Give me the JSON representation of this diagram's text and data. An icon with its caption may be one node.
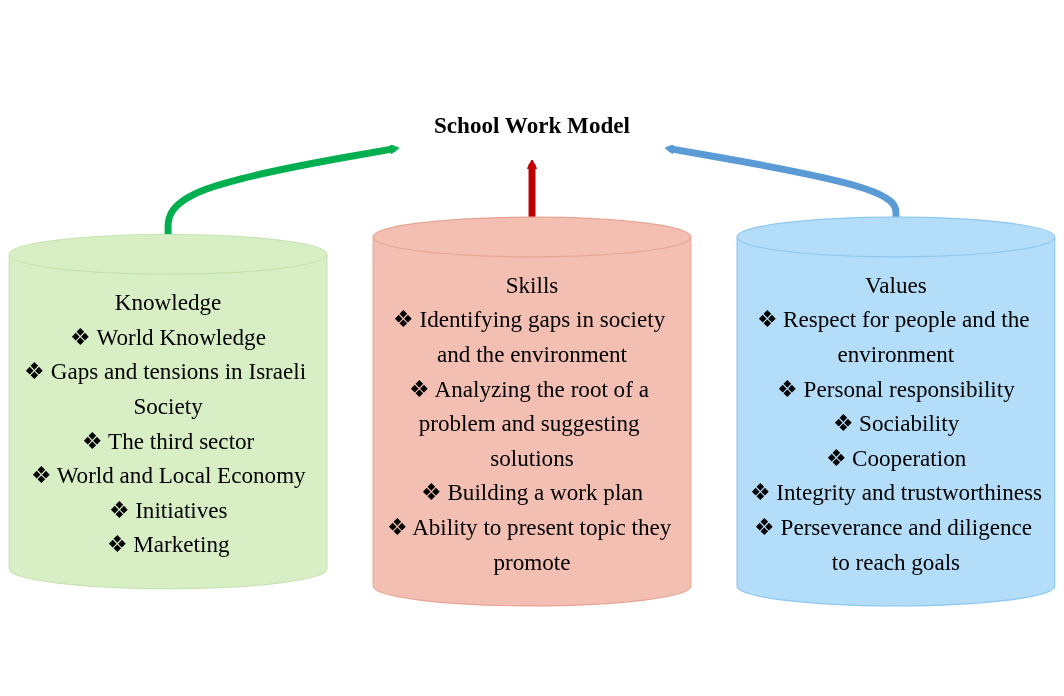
{
  "diagram": {
    "nodes": [
      {
        "text": [
          "School Work Model"
        ]
      },
      {
        "text": [
          "Knowledge",
          "❖ World Knowledge",
          "❖ Gaps and tensions in Israeli Society",
          "❖ The third sector",
          "❖ World and Local Economy",
          "❖ Initiatives",
          "❖ Marketing"
        ]
      },
      {
        "text": [
          "Skills",
          "❖ Identifying gaps in society and the environment",
          "❖ Analyzing the root of a problem and suggesting solutions",
          "❖ Building a work plan",
          "❖ Ability to present topic they promote"
        ]
      },
      {
        "text": [
          "Values",
          "❖ Respect for people and the environment",
          "❖ Personal responsibility",
          "❖ Sociability",
          "❖ Cooperation",
          "❖ Integrity and trustworthiness",
          "❖ Perseverance and diligence to reach goals"
        ]
      }
    ],
    "edges": [
      {
        "from": 1,
        "to": 0,
        "arrow": "to",
        "color": "#00b050"
      },
      {
        "from": 2,
        "to": 0,
        "arrow": "to",
        "color": "#c00000"
      },
      {
        "from": 3,
        "to": 0,
        "arrow": "to",
        "color": "#5b9bd5"
      }
    ]
  }
}
